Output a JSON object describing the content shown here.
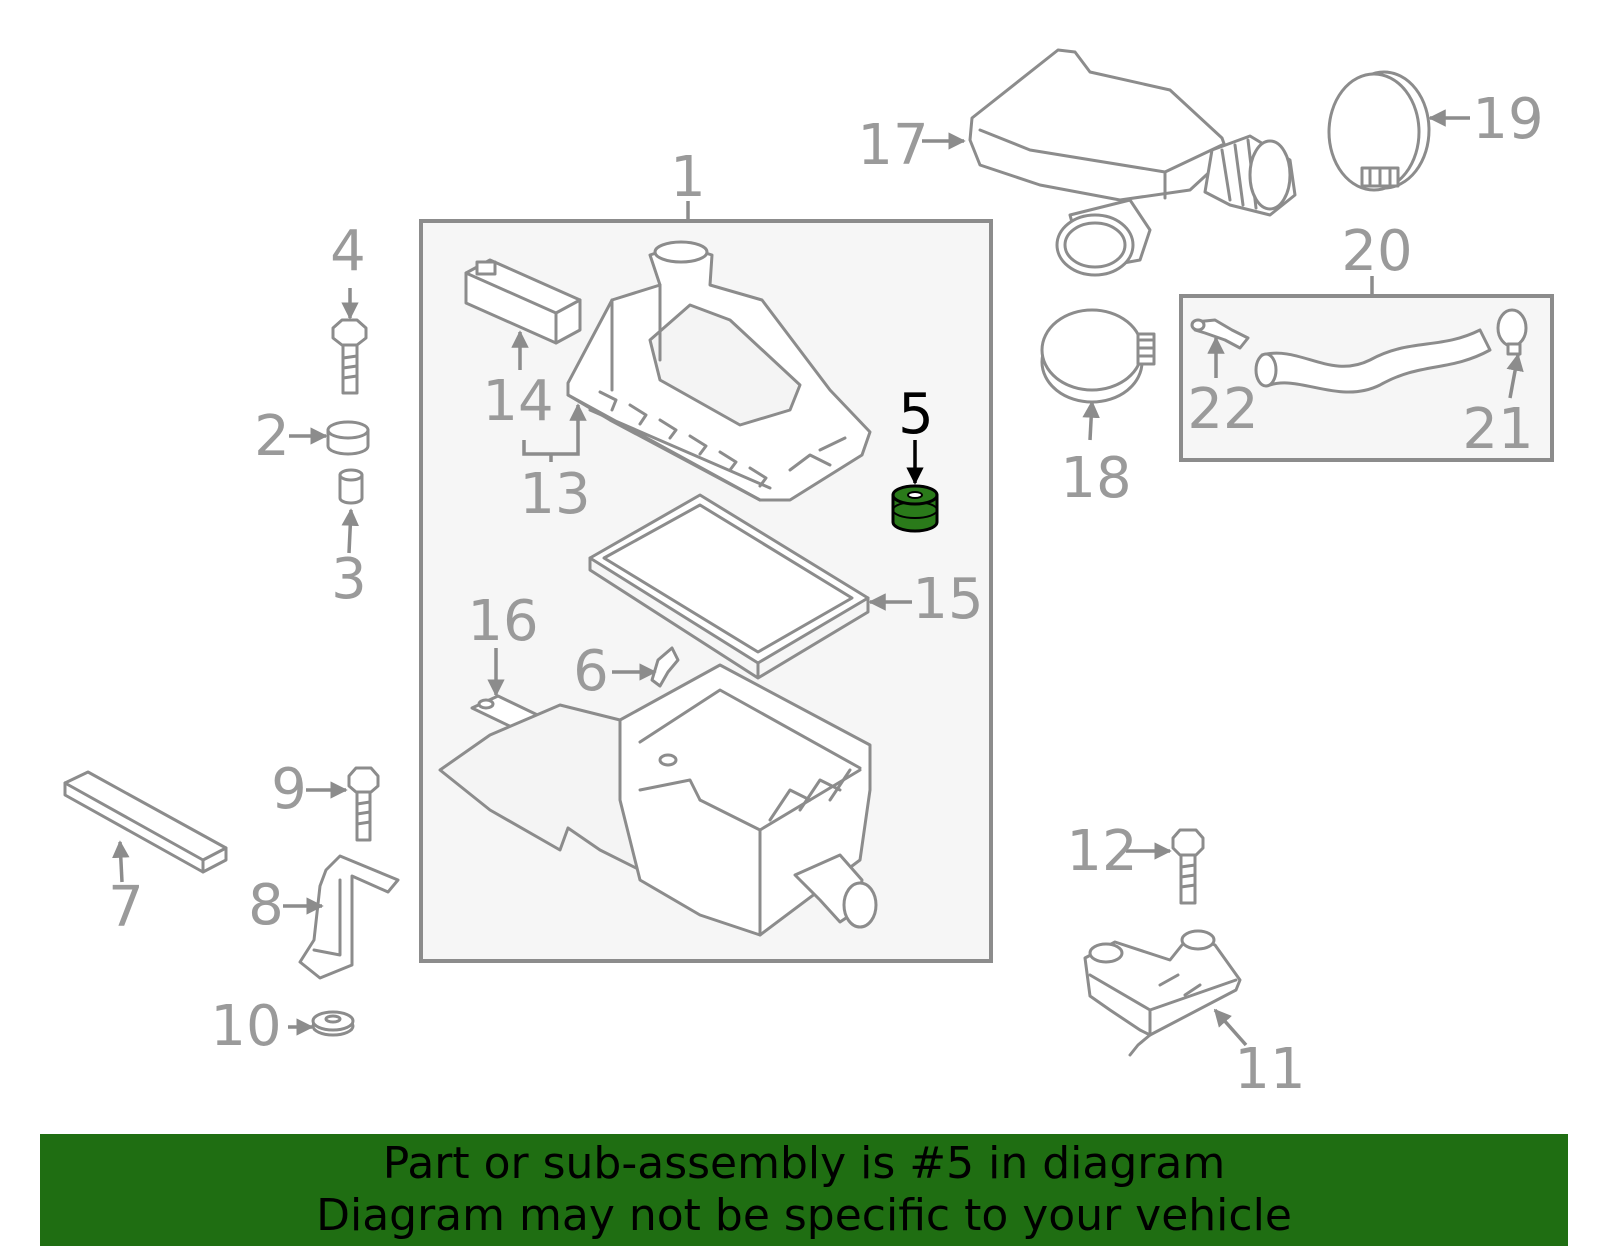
{
  "labels": {
    "p1": "1",
    "p2": "2",
    "p3": "3",
    "p4": "4",
    "p5": "5",
    "p6": "6",
    "p7": "7",
    "p8": "8",
    "p9": "9",
    "p10": "10",
    "p11": "11",
    "p12": "12",
    "p13": "13",
    "p14": "14",
    "p15": "15",
    "p16": "16",
    "p17": "17",
    "p18": "18",
    "p19": "19",
    "p20": "20",
    "p21": "21",
    "p22": "22"
  },
  "highlight": {
    "part": "5",
    "color": "#1f6e12"
  },
  "banner": {
    "line1": "Part or sub-assembly is #5 in diagram",
    "line2": "Diagram may not be specific to your vehicle",
    "color": "#1f6e12"
  }
}
